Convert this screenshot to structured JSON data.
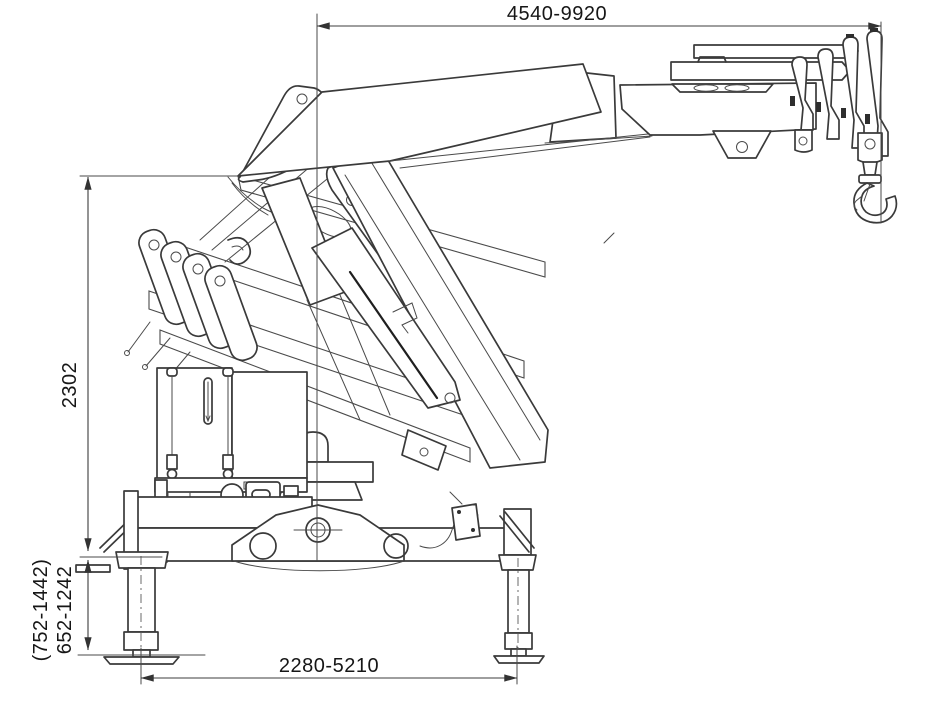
{
  "meta": {
    "title": "Loader crane outline dimension drawing",
    "view": "side elevation, boom extended right, transport bundle folded left"
  },
  "colors": {
    "background": "#ffffff",
    "line": "#3a3a3a",
    "dimension_line": "#3c3c3c",
    "text": "#161616"
  },
  "dimensions": {
    "horizontal_reach": "4540-9920",
    "stowed_height": "2302",
    "mount_height_paren": "(752-1442)",
    "mount_height": "652-1242",
    "outrigger_spread": "2280-5210"
  }
}
